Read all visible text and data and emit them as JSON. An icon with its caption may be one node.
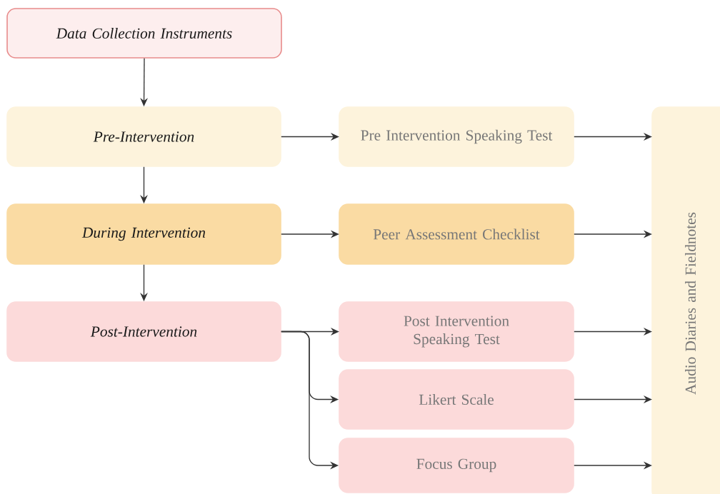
{
  "diagram": {
    "nodes": [
      {
        "text": [
          "Data Collection Instruments"
        ]
      },
      {
        "text": [
          "Pre-Intervention"
        ]
      },
      {
        "text": [
          "Pre Intervention Speaking Test"
        ]
      },
      {
        "text": [
          "Audio Diaries and Fieldnotes"
        ]
      },
      {
        "text": [
          "During Intervention"
        ]
      },
      {
        "text": [
          "Peer Assessment Checklist"
        ]
      },
      {
        "text": [
          "Post-Intervention"
        ]
      },
      {
        "text": [
          "Post Intervention Speaking Test"
        ]
      },
      {
        "text": [
          "Likert Scale"
        ]
      },
      {
        "text": [
          "Focus Group"
        ]
      }
    ],
    "edges": [
      {
        "from": 0,
        "to": 1,
        "arrow": "to"
      },
      {
        "from": 1,
        "to": 2,
        "arrow": "to"
      },
      {
        "from": 2,
        "to": 3,
        "arrow": "to"
      },
      {
        "from": 1,
        "to": 4,
        "arrow": "to"
      },
      {
        "from": 4,
        "to": 5,
        "arrow": "to"
      },
      {
        "from": 5,
        "to": 3,
        "arrow": "to"
      },
      {
        "from": 4,
        "to": 6,
        "arrow": "to"
      },
      {
        "from": 6,
        "to": 7,
        "arrow": "to"
      },
      {
        "from": 6,
        "to": 8,
        "arrow": "to"
      },
      {
        "from": 6,
        "to": 9,
        "arrow": "to"
      },
      {
        "from": 7,
        "to": 3,
        "arrow": "to"
      },
      {
        "from": 8,
        "to": 3,
        "arrow": "to"
      },
      {
        "from": 9,
        "to": 3,
        "arrow": "to"
      }
    ]
  }
}
